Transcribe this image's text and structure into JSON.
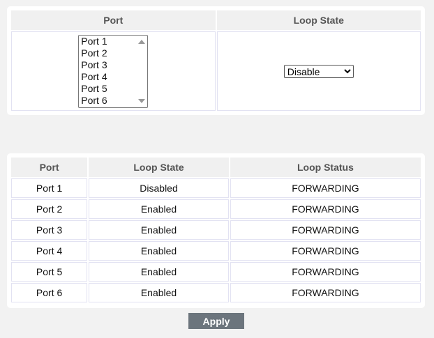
{
  "config": {
    "headers": {
      "port": "Port",
      "loop_state": "Loop State"
    },
    "port_options": [
      "Port 1",
      "Port 2",
      "Port 3",
      "Port 4",
      "Port 5",
      "Port 6"
    ],
    "loop_state_value": "Disable"
  },
  "status": {
    "headers": {
      "port": "Port",
      "loop_state": "Loop State",
      "loop_status": "Loop Status"
    },
    "rows": [
      {
        "port": "Port 1",
        "state": "Disabled",
        "status": "FORWARDING"
      },
      {
        "port": "Port 2",
        "state": "Enabled",
        "status": "FORWARDING"
      },
      {
        "port": "Port 3",
        "state": "Enabled",
        "status": "FORWARDING"
      },
      {
        "port": "Port 4",
        "state": "Enabled",
        "status": "FORWARDING"
      },
      {
        "port": "Port 5",
        "state": "Enabled",
        "status": "FORWARDING"
      },
      {
        "port": "Port 6",
        "state": "Enabled",
        "status": "FORWARDING"
      }
    ]
  },
  "apply_label": "Apply"
}
